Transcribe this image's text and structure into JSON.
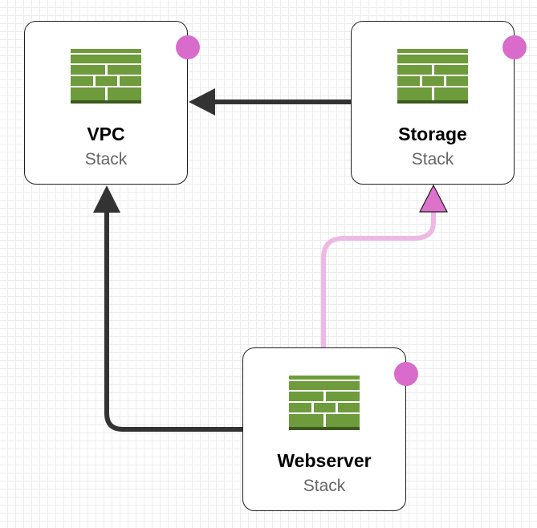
{
  "colors": {
    "edge_dark": "#333333",
    "edge_pink": "#edb9e4",
    "edge_pink_arrow": "#dc72cc",
    "badge": "#d96bcb",
    "icon_green": "#6e9b3c"
  },
  "nodes": [
    {
      "id": "vpc",
      "title": "VPC",
      "subtitle": "Stack",
      "icon": "firewall-icon"
    },
    {
      "id": "storage",
      "title": "Storage",
      "subtitle": "Stack",
      "icon": "firewall-icon"
    },
    {
      "id": "webserver",
      "title": "Webserver",
      "subtitle": "Stack",
      "icon": "firewall-icon"
    }
  ],
  "edges": [
    {
      "from": "storage",
      "to": "vpc",
      "style": "dark"
    },
    {
      "from": "webserver",
      "to": "vpc",
      "style": "dark"
    },
    {
      "from": "webserver",
      "to": "storage",
      "style": "pink"
    }
  ]
}
